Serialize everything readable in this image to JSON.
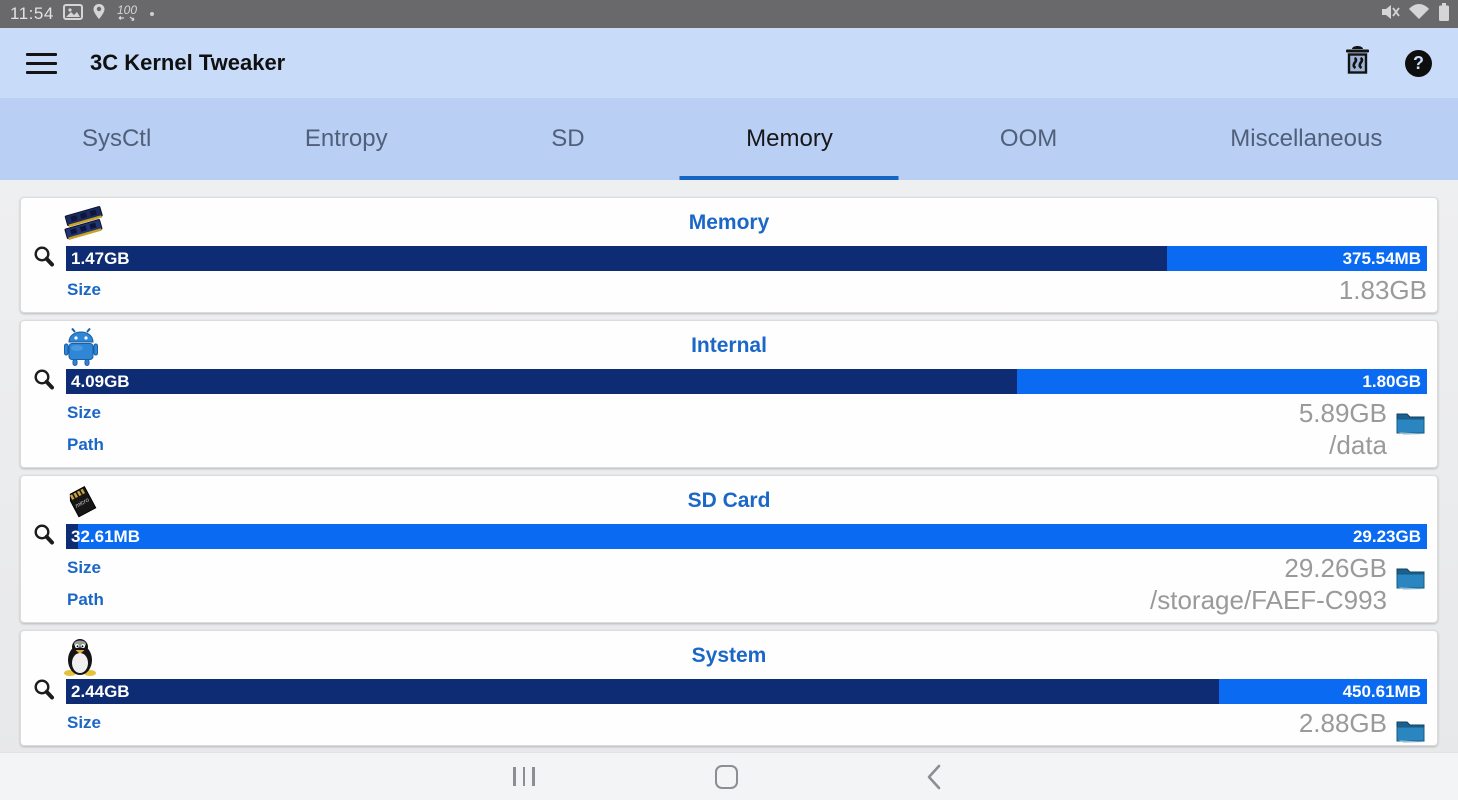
{
  "status_bar": {
    "time": "11:54"
  },
  "app_bar": {
    "title": "3C Kernel Tweaker"
  },
  "tab_bar": {
    "tabs": [
      "SysCtl",
      "Entropy",
      "SD",
      "Memory",
      "OOM",
      "Miscellaneous"
    ],
    "active": "Memory"
  },
  "cards": [
    {
      "title": "Memory",
      "used": "1.47GB",
      "free": "375.54MB",
      "used_pct": 80.9,
      "size_label": "Size",
      "size": "1.83GB"
    },
    {
      "title": "Internal",
      "used": "4.09GB",
      "free": "1.80GB",
      "used_pct": 69.9,
      "size_label": "Size",
      "size": "5.89GB",
      "path_label": "Path",
      "path": "/data"
    },
    {
      "title": "SD Card",
      "used": "32.61MB",
      "free": "29.23GB",
      "used_pct": 0.9,
      "size_label": "Size",
      "size": "29.26GB",
      "path_label": "Path",
      "path": "/storage/FAEF-C993"
    },
    {
      "title": "System",
      "used": "2.44GB",
      "free": "450.61MB",
      "used_pct": 84.7,
      "size_label": "Size",
      "size": "2.88GB"
    }
  ],
  "colors": {
    "used_bar": "#0e2c74",
    "free_bar": "#0a6bf2",
    "accent_blue": "#1b67c8",
    "tab_indicator": "#1566c4"
  }
}
